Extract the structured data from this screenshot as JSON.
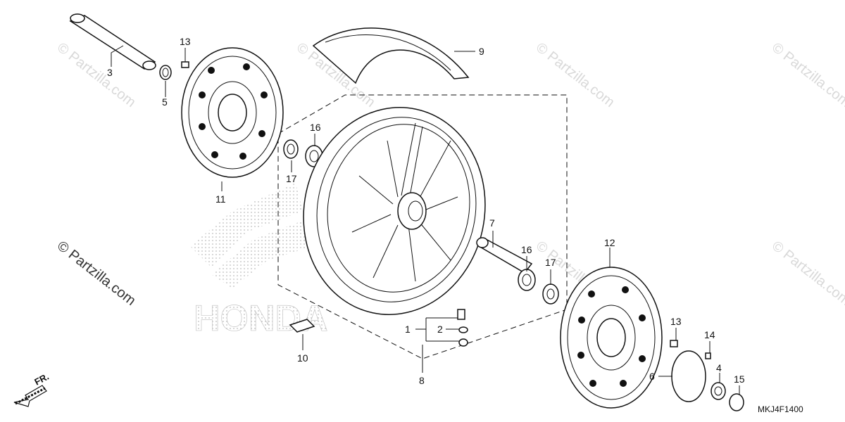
{
  "watermark": "© Partzilla.com",
  "logo_text": "HONDA",
  "diagram_code": "MKJ4F1400",
  "direction_label": "FR.",
  "callouts": [
    "1",
    "2",
    "3",
    "4",
    "5",
    "6",
    "7",
    "8",
    "9",
    "10",
    "11",
    "12",
    "13",
    "13",
    "14",
    "15",
    "16",
    "16",
    "17",
    "17"
  ],
  "colors": {
    "ink": "#111111",
    "watermark": "#d9d9d9",
    "dots": "#bbbbbb"
  },
  "icons": [
    "front-direction-arrow-icon"
  ]
}
